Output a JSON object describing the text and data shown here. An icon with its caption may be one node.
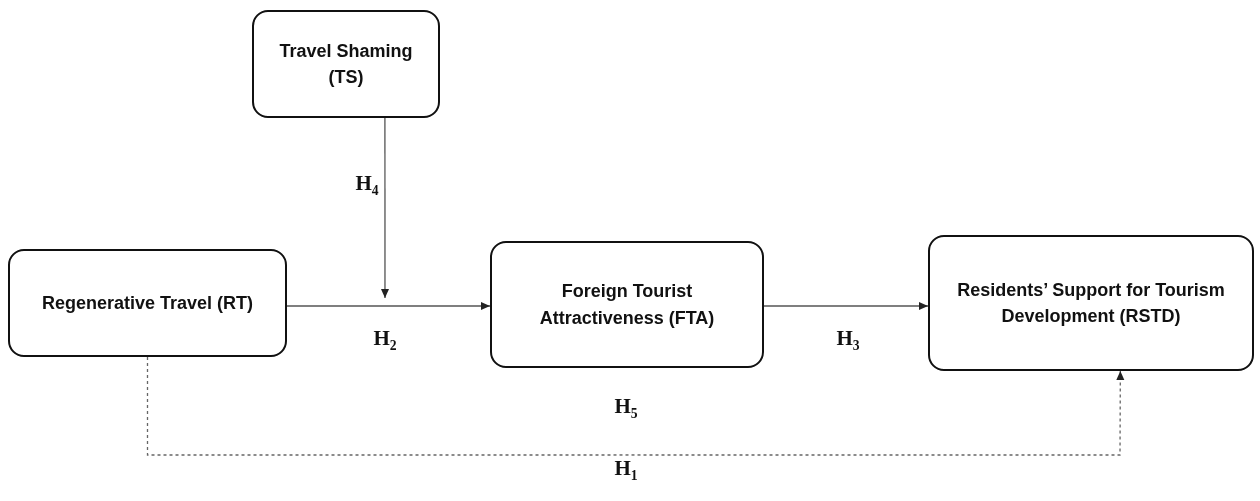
{
  "diagram": {
    "nodes": [
      {
        "text": [
          "Travel Shaming (TS)"
        ]
      },
      {
        "text": [
          "Regenerative Travel (RT)"
        ]
      },
      {
        "text": [
          "Foreign Tourist Attractiveness (FTA)"
        ]
      },
      {
        "text": [
          "Residents’ Support for Tourism Development (RSTD)"
        ]
      }
    ],
    "edges": [
      {
        "from": 0,
        "to": null,
        "arrow": "to",
        "label": "H$_{4}$"
      },
      {
        "from": 1,
        "to": 2,
        "arrow": "to",
        "label": "H$_{2}$"
      },
      {
        "from": 2,
        "to": 3,
        "arrow": "to",
        "label": "H$_{3}$"
      },
      {
        "from": 1,
        "to": 3,
        "arrow": "to",
        "label": "H$_{1}$",
        "style": "dashed"
      }
    ],
    "labels": [
      "H$_{5}$"
    ]
  }
}
